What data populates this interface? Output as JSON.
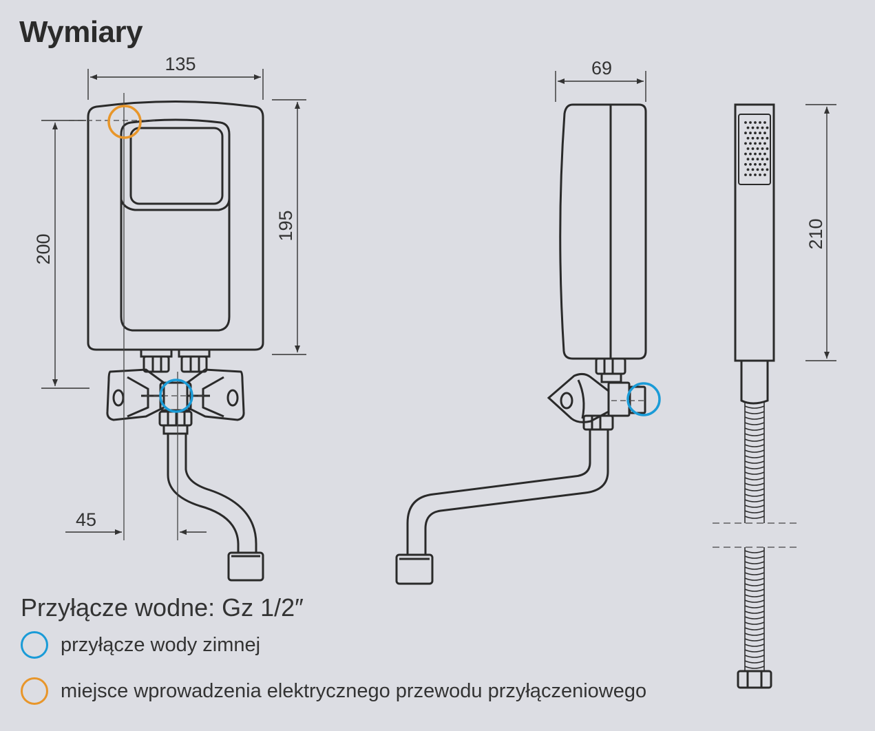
{
  "title": "Wymiary",
  "dimensions": {
    "front_width": "135",
    "front_height_total": "200",
    "front_height_body": "195",
    "offset": "45",
    "side_depth": "69",
    "shower_length": "210"
  },
  "connection_title": "Przyłącze wodne: Gz 1/2″",
  "legend": [
    {
      "label": "przyłącze wody zimnej",
      "color": "#1a9bd7",
      "icon": "blue-ring-icon"
    },
    {
      "label": "miejsce wprowadzenia elektrycznego przewodu przyłączeniowego",
      "color": "#e8962a",
      "icon": "orange-ring-icon"
    }
  ],
  "colors": {
    "outline": "#2a2a2a",
    "dimension": "#333333",
    "cold": "#1a9bd7",
    "power": "#e8962a",
    "background": "#dcdde3"
  }
}
